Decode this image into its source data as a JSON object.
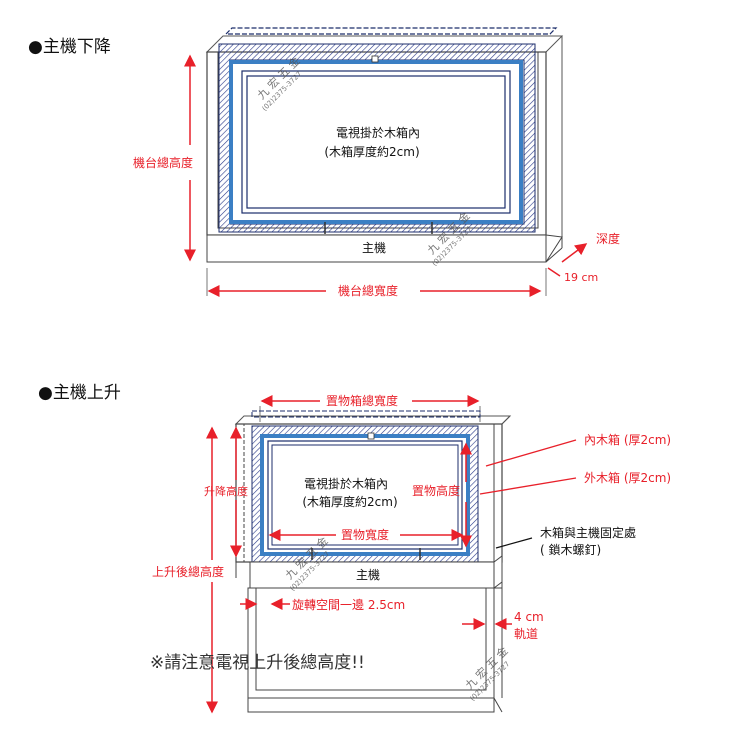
{
  "section_down": {
    "heading": "●主機下降",
    "tv_caption_line1": "電視掛於木箱內",
    "tv_caption_line2": "(木箱厚度約2cm)",
    "base_label": "主機",
    "total_height_label": "機台總高度",
    "total_width_label": "機台總寬度",
    "depth_label": "深度",
    "depth_value": "19 cm"
  },
  "section_up": {
    "heading": "●主機上升",
    "box_total_width_label": "置物箱總寬度",
    "lift_height_label": "升降高度",
    "storage_height_label": "置物高度",
    "storage_width_label": "置物寬度",
    "tv_caption_line1": "電視掛於木箱內",
    "tv_caption_line2": "(木箱厚度約2cm)",
    "inner_box_label": "內木箱 (厚2cm)",
    "outer_box_label": "外木箱 (厚2cm)",
    "fix_point_line1": "木箱與主機固定處",
    "fix_point_line2": "( 鎖木螺釘)",
    "total_height_after_lift_label": "上升後總高度",
    "base_label": "主機",
    "rotation_space_label": "旋轉空間一邊 2.5cm",
    "track_value": "4 cm",
    "track_label": "軌道",
    "notice": "※請注意電視上升後總高度!!"
  },
  "watermark": {
    "brand": "九 宏 五 金",
    "phone": "(02)2375-3727"
  },
  "colors": {
    "red": "#e8202a",
    "blue_frame": "#3b7fc4",
    "navy_frame": "#1c2d6b",
    "hatch": "#2a3a8a"
  }
}
